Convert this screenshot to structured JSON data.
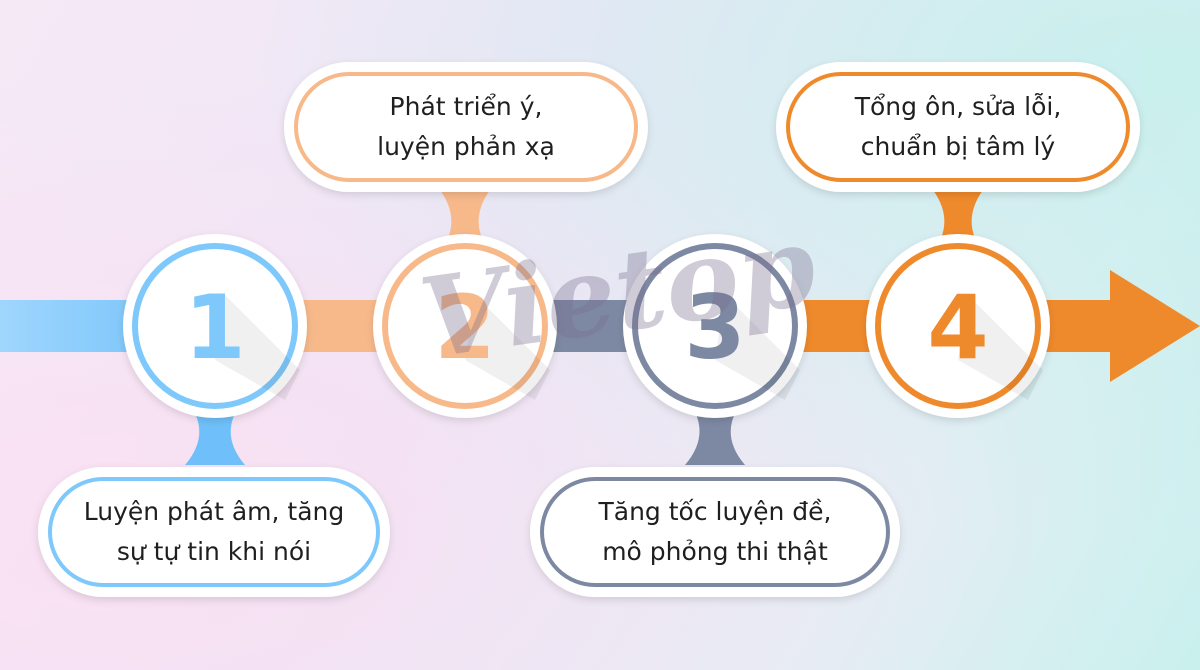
{
  "colors": {
    "blue": "#7ec8fb",
    "peach": "#f7b98a",
    "slate": "#7d89a3",
    "orange": "#ef8a2c",
    "text": "#1f1f1f"
  },
  "watermark": "Vietop",
  "steps": [
    {
      "number": "1",
      "color": "#7ec8fb",
      "label_line1": "Luyện phát âm, tăng",
      "label_line2": "sự tự tin khi nói"
    },
    {
      "number": "2",
      "color": "#f7b98a",
      "label_line1": "Phát triển ý,",
      "label_line2": "luyện phản xạ"
    },
    {
      "number": "3",
      "color": "#7d89a3",
      "label_line1": "Tăng tốc luyện đề,",
      "label_line2": "mô phỏng thi thật"
    },
    {
      "number": "4",
      "color": "#ef8a2c",
      "label_line1": "Tổng ôn, sửa lỗi,",
      "label_line2": "chuẩn bị tâm lý"
    }
  ]
}
